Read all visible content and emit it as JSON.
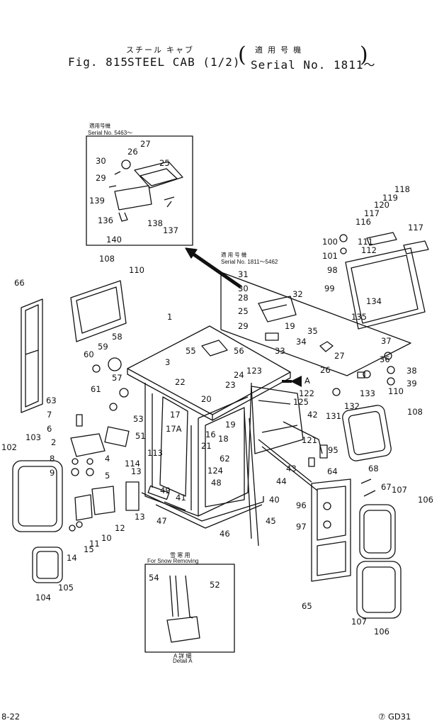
{
  "header": {
    "title_jp": "スチール キャブ",
    "fig_label": "Fig. 815",
    "title": "STEEL CAB (1/2)",
    "serial_jp": "適 用 号 機",
    "serial": "Serial No. 1811～"
  },
  "insets": {
    "top": {
      "heading_jp": "適用号機",
      "serial": "Serial No. 5463～"
    },
    "mid": {
      "heading_jp": "適 用 号 機",
      "serial": "Serial No. 1811～5462"
    },
    "snow": {
      "heading_jp": "雪 寒 用",
      "caption": "For Snow Removing",
      "detail_jp": "A 詳 細",
      "detail": "Detail A"
    },
    "arrow_label": "A"
  },
  "footer": {
    "page": "8-22",
    "code": "⑦ GD31"
  },
  "callouts": [
    "27",
    "26",
    "25",
    "30",
    "29",
    "139",
    "136",
    "138",
    "137",
    "140",
    "118",
    "119",
    "120",
    "117",
    "116",
    "117",
    "100",
    "111",
    "112",
    "101",
    "98",
    "99",
    "135",
    "134",
    "108",
    "110",
    "66",
    "31",
    "30",
    "32",
    "28",
    "25",
    "29",
    "19",
    "35",
    "34",
    "33",
    "27",
    "26",
    "1",
    "55",
    "56",
    "60",
    "59",
    "58",
    "57",
    "3",
    "22",
    "123",
    "24",
    "23",
    "122",
    "125",
    "A",
    "37",
    "36",
    "38",
    "39",
    "133",
    "132",
    "131",
    "61",
    "63",
    "7",
    "6",
    "20",
    "17",
    "53",
    "17A",
    "16",
    "51",
    "19",
    "21",
    "18",
    "62",
    "42",
    "121",
    "95",
    "110",
    "108",
    "2",
    "8",
    "4",
    "9",
    "5",
    "114",
    "113",
    "13",
    "49",
    "124",
    "48",
    "41",
    "44",
    "43",
    "64",
    "68",
    "67",
    "107",
    "106",
    "103",
    "102",
    "12",
    "13",
    "10",
    "11",
    "47",
    "46",
    "40",
    "45",
    "96",
    "97",
    "15",
    "14",
    "105",
    "104",
    "65",
    "107",
    "106",
    "54",
    "52"
  ]
}
